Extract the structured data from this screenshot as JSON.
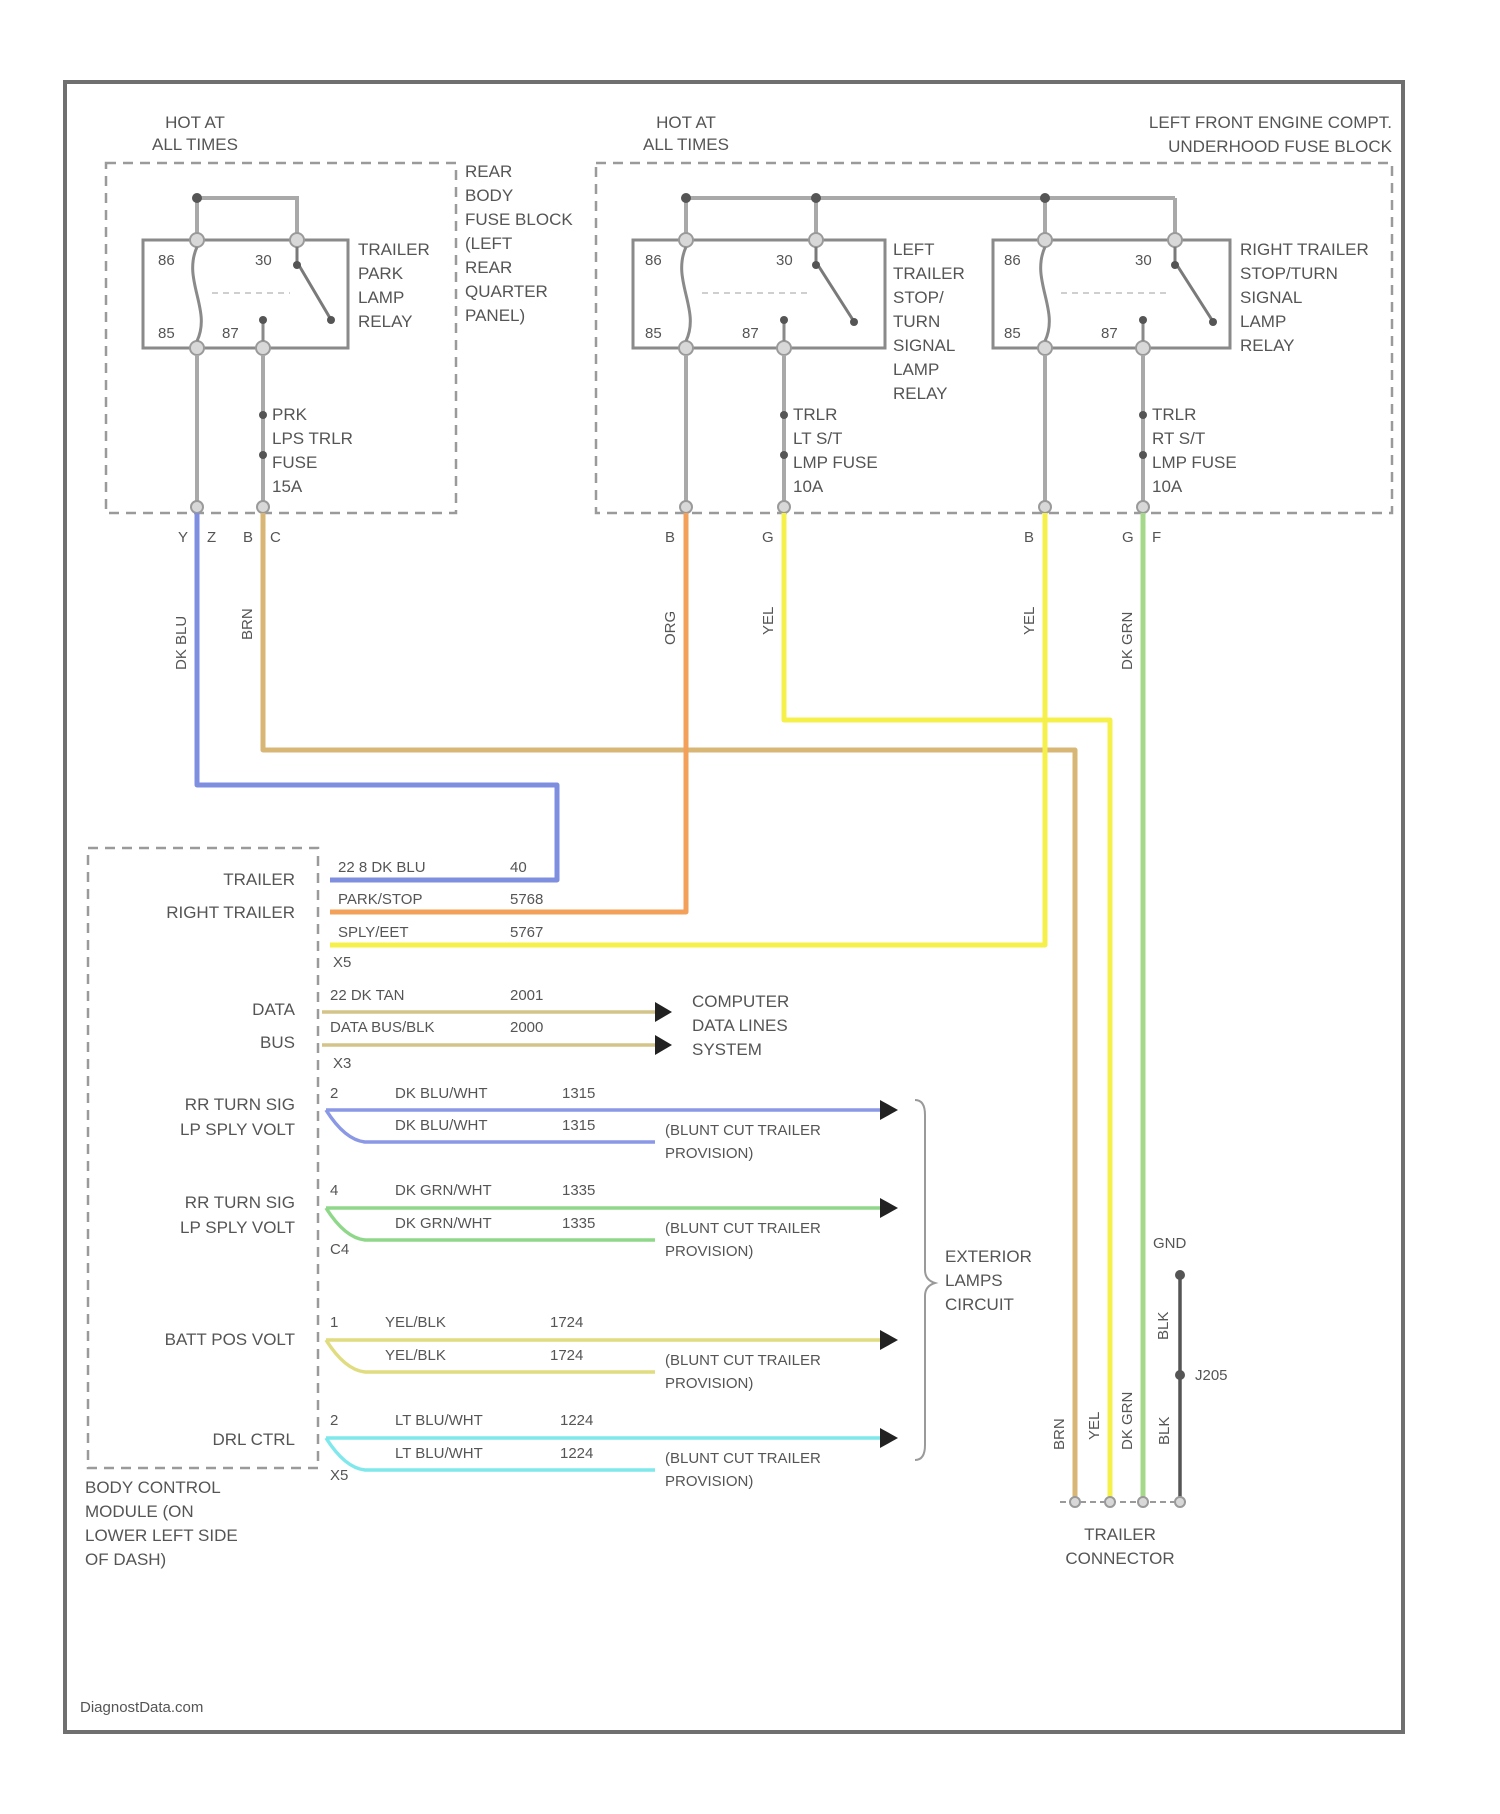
{
  "colors": {
    "dk_blu": "#7f8fe0",
    "brn": "#d8b676",
    "org": "#f3a05a",
    "yel": "#f5f04a",
    "dk_grn": "#a5d88a",
    "tan": "#d4c48a",
    "yel_blk": "#e0dc80",
    "dk_blu_wht": "#8a98e6",
    "dk_grn_wht": "#8fd88a",
    "lt_blu_wht": "#7fe8ec",
    "blk": "#5a5a5a"
  },
  "labels": {
    "hot_left": [
      "HOT AT",
      "ALL TIMES"
    ],
    "hot_right": [
      "HOT AT",
      "ALL TIMES"
    ],
    "underhood": [
      "LEFT FRONT ENGINE COMPT.",
      "UNDERHOOD FUSE BLOCK"
    ],
    "rear_block": [
      "REAR",
      "BODY",
      "FUSE BLOCK",
      "(LEFT",
      "REAR",
      "QUARTER",
      "PANEL)"
    ],
    "park_relay": [
      "TRAILER",
      "PARK",
      "LAMP",
      "RELAY"
    ],
    "left_relay": [
      "LEFT",
      "TRAILER",
      "STOP/",
      "TURN",
      "SIGNAL",
      "LAMP",
      "RELAY"
    ],
    "right_relay": [
      "RIGHT TRAILER",
      "STOP/TURN",
      "SIGNAL",
      "LAMP",
      "RELAY"
    ],
    "pins": [
      "86",
      "30",
      "85",
      "87"
    ],
    "park_fuse": [
      "PRK",
      "LPS TRLR",
      "FUSE",
      "15A"
    ],
    "lt_fuse": [
      "TRLR",
      "LT S/T",
      "LMP FUSE",
      "10A"
    ],
    "rt_fuse": [
      "TRLR",
      "RT S/T",
      "LMP FUSE",
      "10A"
    ],
    "conn_left": [
      "Y",
      "Z",
      "B",
      "C"
    ],
    "conn_right": [
      "B",
      "G",
      "B",
      "G",
      "F"
    ],
    "wire_dk_blu": "DK BLU",
    "wire_brn": "BRN",
    "wire_org": "ORG",
    "wire_yel_1": "YEL",
    "wire_yel_2": "YEL",
    "wire_dk_grn": "DK GRN",
    "bcm_labels": [
      "TRAILER",
      "RIGHT TRAILER",
      "DATA",
      "BUS",
      "RR TURN SIG",
      "LP SPLY VOLT",
      "RR TURN SIG",
      "LP SPLY VOLT",
      "BATT POS VOLT",
      "DRL CTRL"
    ],
    "wire_rows": [
      [
        "22 8 DK BLU",
        "40"
      ],
      [
        "PARK/STOP",
        "5768"
      ],
      [
        "SPLY/EET",
        "5767"
      ],
      [
        "22 DK TAN",
        "2001"
      ],
      [
        "DATA BUS/BLK",
        "2000"
      ],
      [
        "DK BLU/WHT",
        "1315"
      ],
      [
        "DK BLU/WHT",
        "1315"
      ],
      [
        "DK GRN/WHT",
        "1335"
      ],
      [
        "DK GRN/WHT",
        "1335"
      ],
      [
        "YEL/BLK",
        "1724"
      ],
      [
        "YEL/BLK",
        "1724"
      ],
      [
        "LT BLU/WHT",
        "1224"
      ],
      [
        "LT BLU/WHT",
        "1224"
      ]
    ],
    "pin_marks": [
      "X5",
      "X3",
      "2",
      "4",
      "C4",
      "1",
      "2",
      "X5"
    ],
    "computer_data": [
      "COMPUTER",
      "DATA LINES",
      "SYSTEM"
    ],
    "blunt_cut": [
      "(BLUNT CUT TRAILER",
      "PROVISION)"
    ],
    "exterior": [
      "EXTERIOR",
      "LAMPS",
      "CIRCUIT"
    ],
    "gnd": "GND",
    "blk": "BLK",
    "j205": "J205",
    "conn_wire_labels": [
      "BRN",
      "YEL",
      "DK GRN",
      "BLK"
    ],
    "trailer_connector": [
      "TRAILER",
      "CONNECTOR"
    ],
    "bcm": [
      "BODY CONTROL",
      "MODULE (ON",
      "LOWER LEFT SIDE",
      "OF DASH)"
    ],
    "footer": "DiagnostData.com"
  }
}
